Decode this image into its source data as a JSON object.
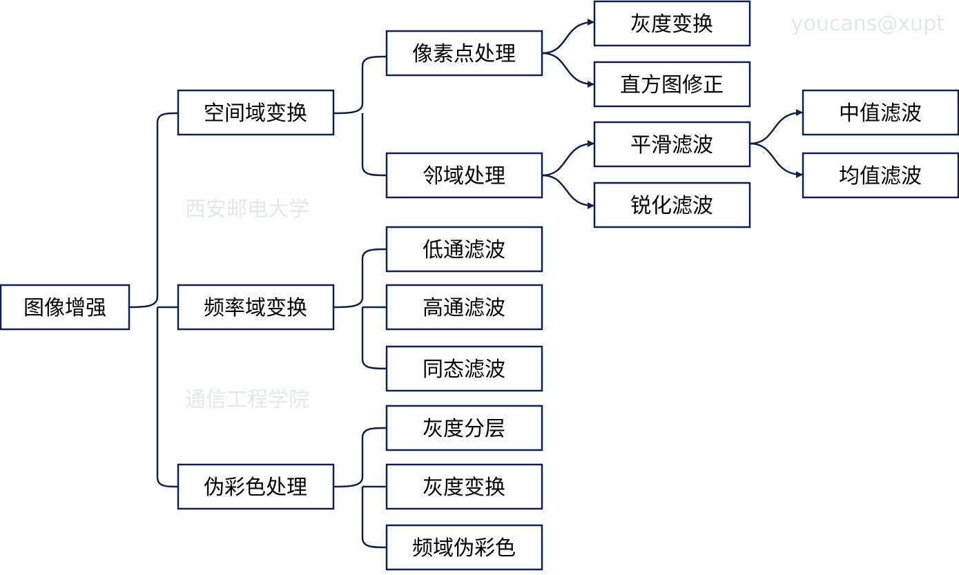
{
  "colors": {
    "line": "#0c2056",
    "text": "#000000",
    "watermark": "#e4e7ee",
    "background": "#ffffff"
  },
  "watermarks": {
    "top_right": "youcans@xupt",
    "university": "西安邮电大学",
    "school": "通信工程学院"
  },
  "nodes": {
    "root": "图像增强",
    "spatial": "空间域变换",
    "frequency": "频率域变换",
    "pseudo": "伪彩色处理",
    "pixel": "像素点处理",
    "neighborhood": "邻域处理",
    "gray_transform": "灰度变换",
    "histogram": "直方图修正",
    "smoothing": "平滑滤波",
    "sharpening": "锐化滤波",
    "median": "中值滤波",
    "mean": "均值滤波",
    "lowpass": "低通滤波",
    "highpass": "高通滤波",
    "homomorphic": "同态滤波",
    "gray_slicing": "灰度分层",
    "gray_transform_2": "灰度变换",
    "freq_pseudo": "频域伪彩色"
  },
  "edges": [
    [
      "root",
      "spatial"
    ],
    [
      "root",
      "frequency"
    ],
    [
      "root",
      "pseudo"
    ],
    [
      "spatial",
      "pixel"
    ],
    [
      "spatial",
      "neighborhood"
    ],
    [
      "pixel",
      "gray_transform"
    ],
    [
      "pixel",
      "histogram"
    ],
    [
      "neighborhood",
      "smoothing"
    ],
    [
      "neighborhood",
      "sharpening"
    ],
    [
      "smoothing",
      "median"
    ],
    [
      "smoothing",
      "mean"
    ],
    [
      "frequency",
      "lowpass"
    ],
    [
      "frequency",
      "highpass"
    ],
    [
      "frequency",
      "homomorphic"
    ],
    [
      "pseudo",
      "gray_slicing"
    ],
    [
      "pseudo",
      "gray_transform_2"
    ],
    [
      "pseudo",
      "freq_pseudo"
    ]
  ]
}
